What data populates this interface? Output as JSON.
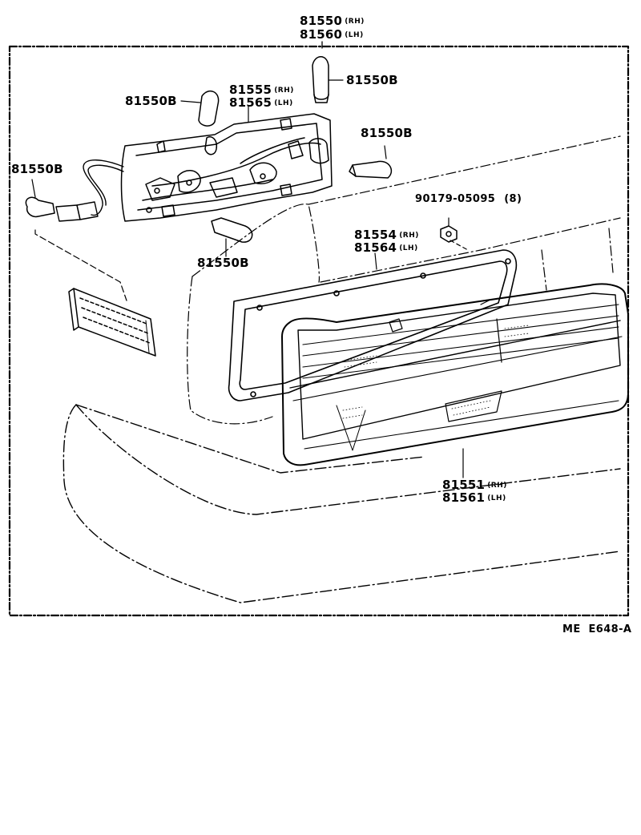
{
  "assembly": {
    "rh": "81550",
    "rh_sfx": "(RH)",
    "lh": "81560",
    "lh_sfx": "(LH)"
  },
  "bulb_label": "81550B",
  "socket": {
    "rh": "81555",
    "rh_sfx": "(RH)",
    "lh": "81565",
    "lh_sfx": "(LH)"
  },
  "nut": {
    "part": "90179-05095",
    "qty": "(8)"
  },
  "gasket": {
    "rh": "81554",
    "rh_sfx": "(RH)",
    "lh": "81564",
    "lh_sfx": "(LH)"
  },
  "lens": {
    "rh": "81551",
    "rh_sfx": "(RH)",
    "lh": "81561",
    "lh_sfx": "(LH)"
  },
  "figure_ref": "ME  E648-A"
}
